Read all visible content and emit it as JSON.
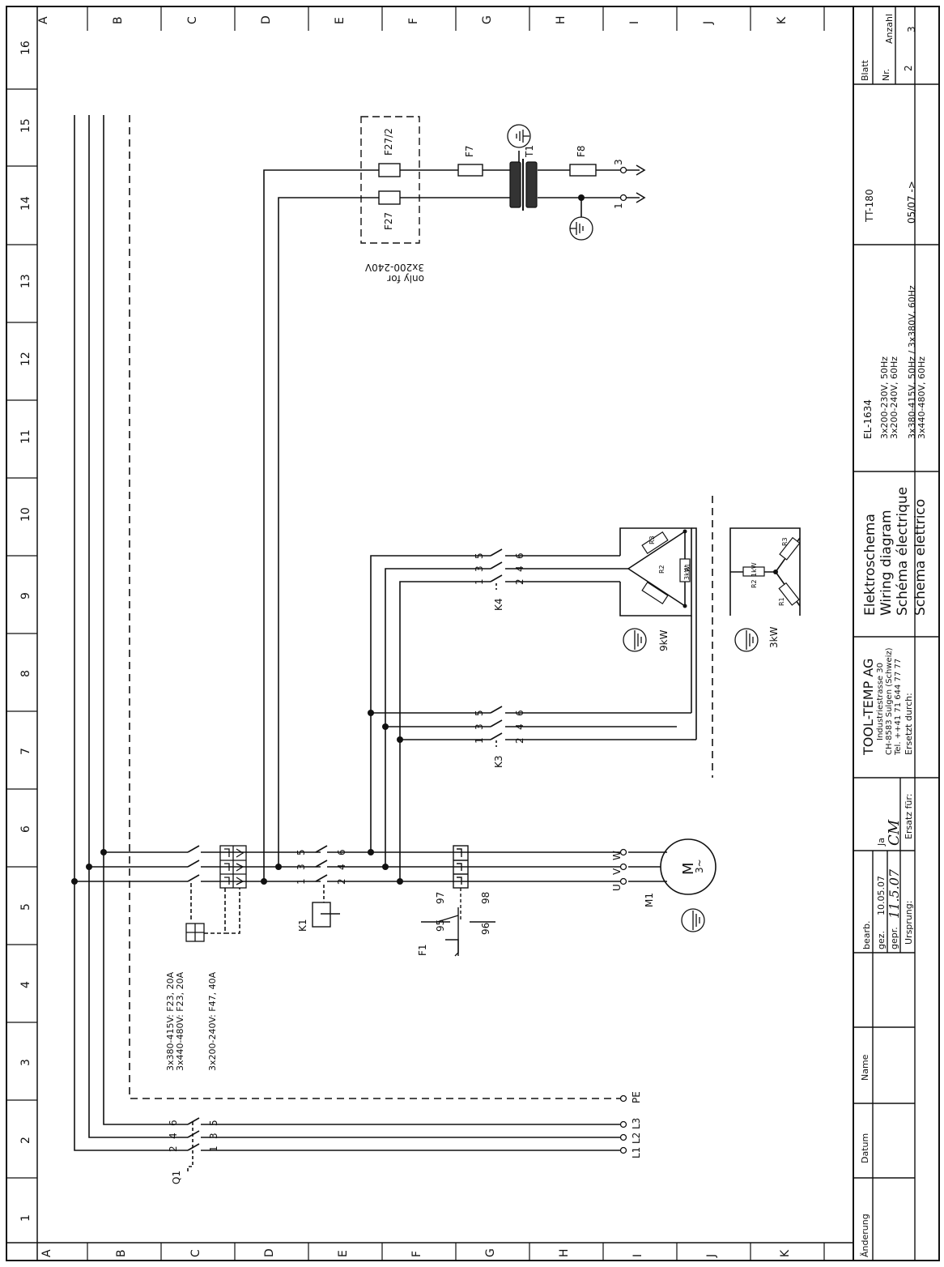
{
  "grid": {
    "rows": [
      "A",
      "B",
      "C",
      "D",
      "E",
      "F",
      "G",
      "H",
      "I",
      "J",
      "K"
    ],
    "cols": [
      "16",
      "15",
      "14",
      "13",
      "12",
      "11",
      "10",
      "9",
      "8",
      "7",
      "6",
      "5",
      "4",
      "3",
      "2",
      "1"
    ]
  },
  "title_block": {
    "sheet_label": "Blatt",
    "nr_label": "Nr.",
    "count_label": "Anzahl",
    "sheet_nr": "2",
    "sheet_count": "3",
    "model": "TT-180",
    "date_code": "05/07  ->",
    "drawing_no": "EL-1634",
    "voltage_lines": [
      "3x200-230V,  50Hz",
      "3x200-240V,  60Hz",
      "3x380-415V,  50Hz  / 3x380V, 60Hz",
      "3x440-480V,  60Hz"
    ],
    "titles": [
      "Elektroschema",
      "Wiring diagram",
      "Schéma électrique",
      "Schema elettrico"
    ],
    "company": "TOOL-TEMP AG",
    "address": [
      "Industriestrasse 30",
      "CH-8583 Sulgen (Schweiz)",
      "Tel. ++41 71 644 77 77"
    ],
    "ersetzt_durch": "Ersetzt durch:",
    "ersatz_fuer": "Ersatz für:",
    "ursprung": "Ursprung:",
    "bearb": "bearb.",
    "gez": "gez.",
    "gepr": "gepr.",
    "gez_date": "10.05.07",
    "gez_name": "Ja",
    "gepr_date": "11.5.07",
    "gepr_sign": "CM",
    "aenderung": "Änderung",
    "datum": "Datum",
    "name": "Name"
  },
  "labels": {
    "q1": "Q1",
    "k1": "K1",
    "k3": "K3",
    "k4": "K4",
    "f1": "F1",
    "m1": "M1",
    "t1": "T1",
    "f7": "F7",
    "f8": "F8",
    "f27": "F27",
    "f27_2": "F27/2",
    "only_for": "only for",
    "only_for_v": "3x200-240V",
    "fuse_note_1": "3x380-415V: F23, 20A",
    "fuse_note_2": "3x440-480V: F23, 20A",
    "fuse_note_3": "3x200-240V: F47, 40A",
    "heater_9kw": "9kW",
    "heater_3kw": "3kW",
    "r1": "R1",
    "r2": "R2",
    "r3": "R3",
    "r_3kw": "3kW",
    "r_1kw": "1kW",
    "motor": "M",
    "motor_sub": "3~",
    "l1": "L1",
    "l2": "L2",
    "l3": "L3",
    "pe": "PE",
    "u": "U",
    "v": "V",
    "w": "W",
    "out1": "1",
    "out3": "3",
    "t1_": "1",
    "t2": "2",
    "t3": "3",
    "t4": "4",
    "t5": "5",
    "t6": "6",
    "t95": "95",
    "t96": "96",
    "t97": "97",
    "t98": "98"
  }
}
